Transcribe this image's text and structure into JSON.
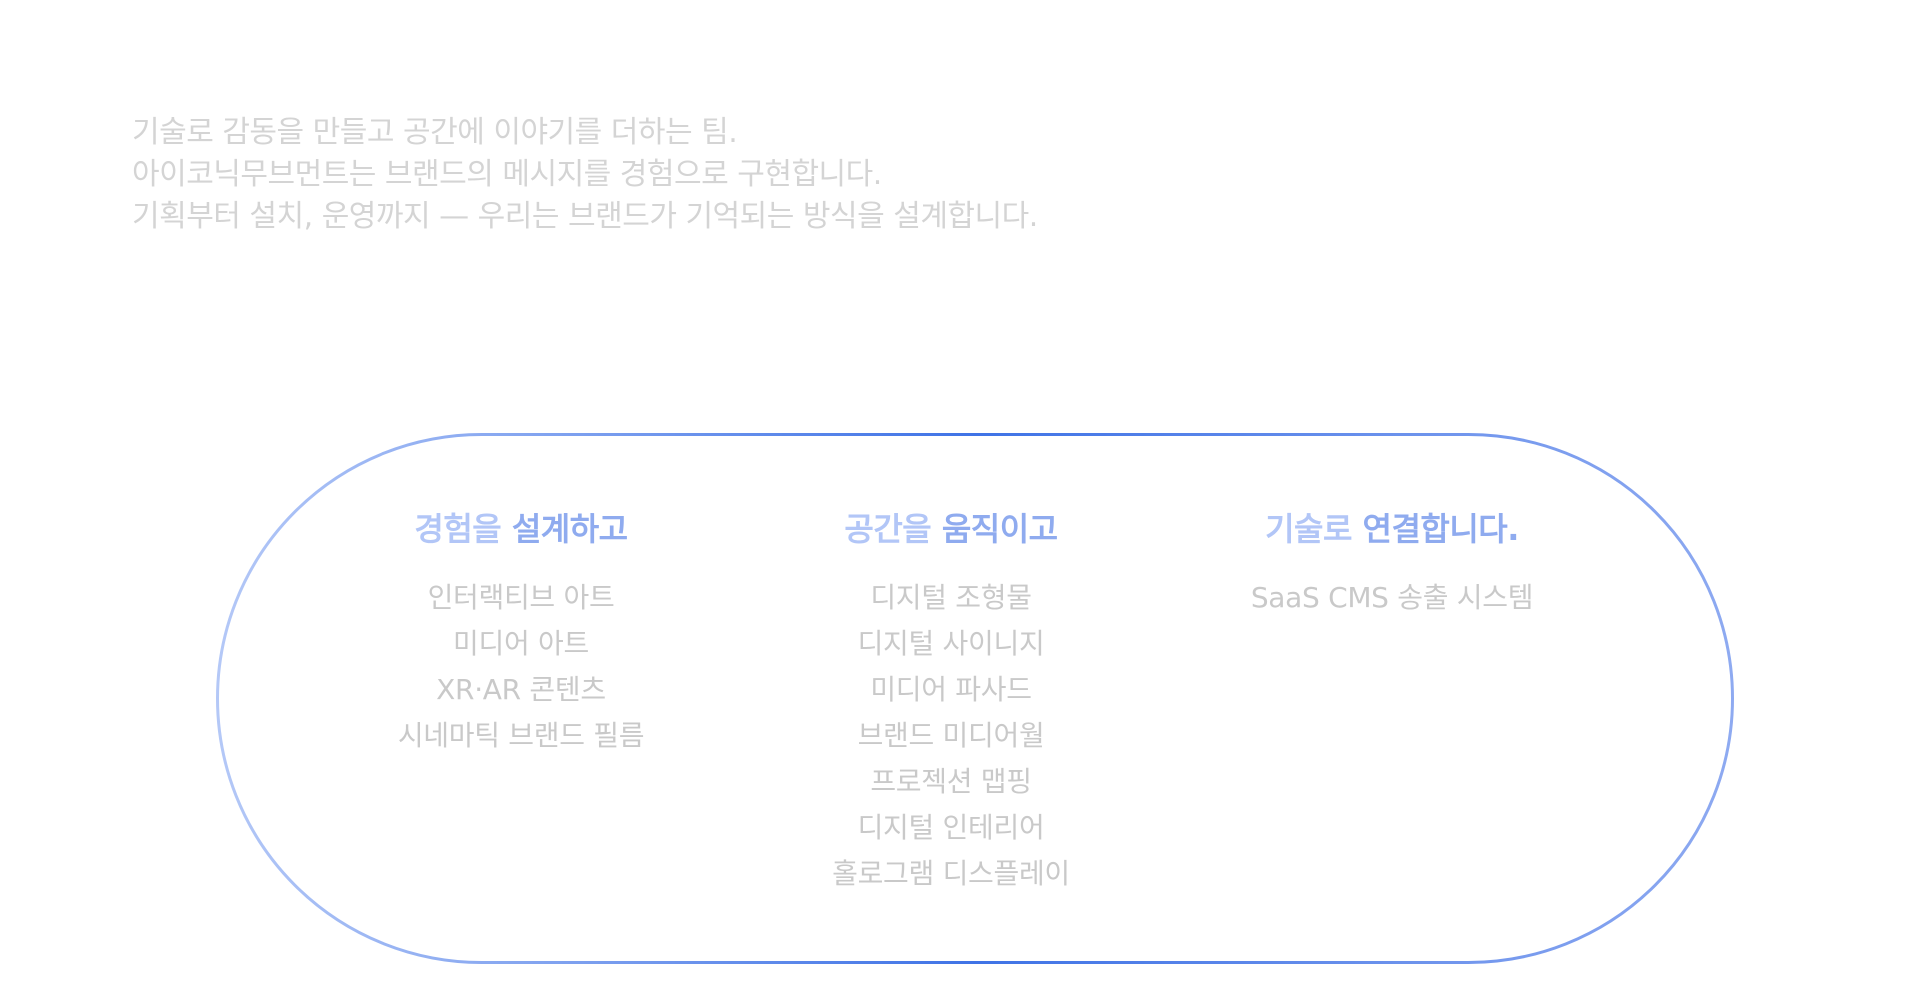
{
  "intro": {
    "lines": [
      "기술로 감동을 만들고 공간에 이야기를 더하는 팀.",
      "아이코닉무브먼트는 브랜드의 메시지를 경험으로 구현합니다.",
      "기획부터 설치, 운영까지 — 우리는 브랜드가 기억되는 방식을 설계합니다."
    ]
  },
  "columns": [
    {
      "heading_light": "경험을",
      "heading_strong": "설계하고",
      "items": [
        "인터랙티브 아트",
        "미디어 아트",
        "XR·AR 콘텐츠",
        "시네마틱 브랜드 필름"
      ]
    },
    {
      "heading_light": "공간을",
      "heading_strong": "움직이고",
      "items": [
        "디지털 조형물",
        "디지털 사이니지",
        "미디어 파사드",
        "브랜드 미디어월",
        "프로젝션 맵핑",
        "디지털 인테리어",
        "홀로그램 디스플레이"
      ]
    },
    {
      "heading_light": "기술로",
      "heading_strong": "연결합니다.",
      "items": [
        "SaaS CMS 송출 시스템"
      ]
    }
  ],
  "colors": {
    "intro_text": "#d4d4d4",
    "heading_light": "#b2c6f7",
    "heading_strong": "#8fabef",
    "item_text": "#c9c9c9",
    "pill_edge": "#a9bff5",
    "pill_center": "#3f73e6"
  }
}
